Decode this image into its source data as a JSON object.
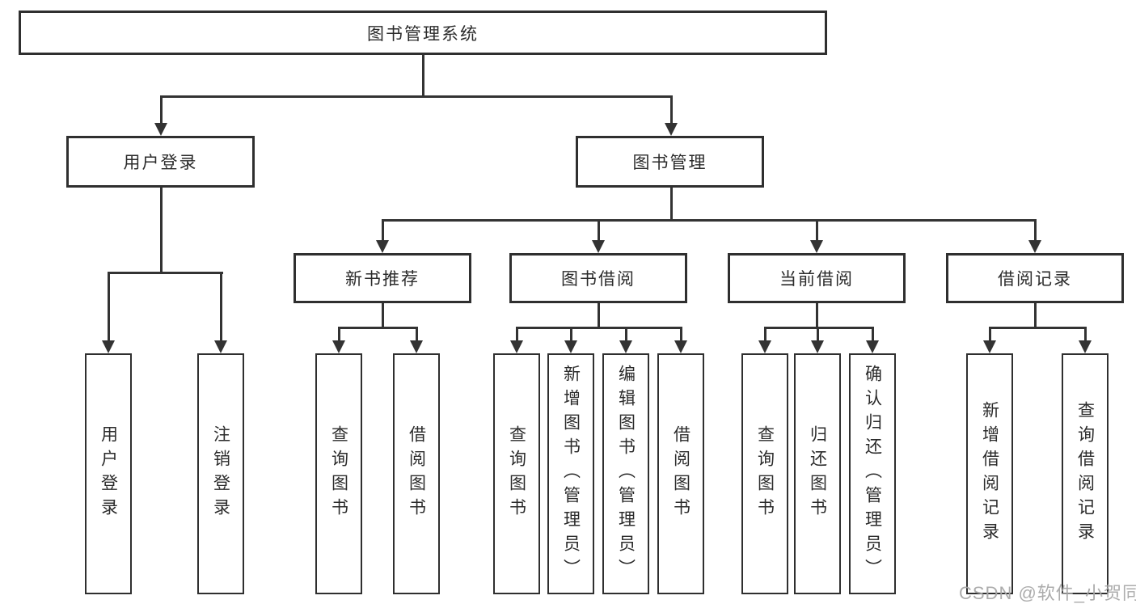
{
  "diagram": {
    "title_node": {
      "label": "图书管理系统"
    },
    "colors": {
      "line": "#333333",
      "border": "#2f2f2f",
      "text": "#2b2b2b",
      "background": "#ffffff",
      "watermark": "#a8a8a8"
    },
    "watermark": "CSDN @软件_小贺同学",
    "branches": [
      {
        "label": "用户登录",
        "children": [
          {
            "label": "用户登录"
          },
          {
            "label": "注销登录"
          }
        ]
      },
      {
        "label": "图书管理",
        "children": [
          {
            "label": "新书推荐",
            "children": [
              {
                "label": "查询图书"
              },
              {
                "label": "借阅图书"
              }
            ]
          },
          {
            "label": "图书借阅",
            "children": [
              {
                "label": "查询图书"
              },
              {
                "label": "新增图书（管理员）"
              },
              {
                "label": "编辑图书（管理员）"
              },
              {
                "label": "借阅图书"
              }
            ]
          },
          {
            "label": "当前借阅",
            "children": [
              {
                "label": "查询图书"
              },
              {
                "label": "归还图书"
              },
              {
                "label": "确认归还（管理员）"
              }
            ]
          },
          {
            "label": "借阅记录",
            "children": [
              {
                "label": "新增借阅记录"
              },
              {
                "label": "查询借阅记录"
              }
            ]
          }
        ]
      }
    ]
  }
}
